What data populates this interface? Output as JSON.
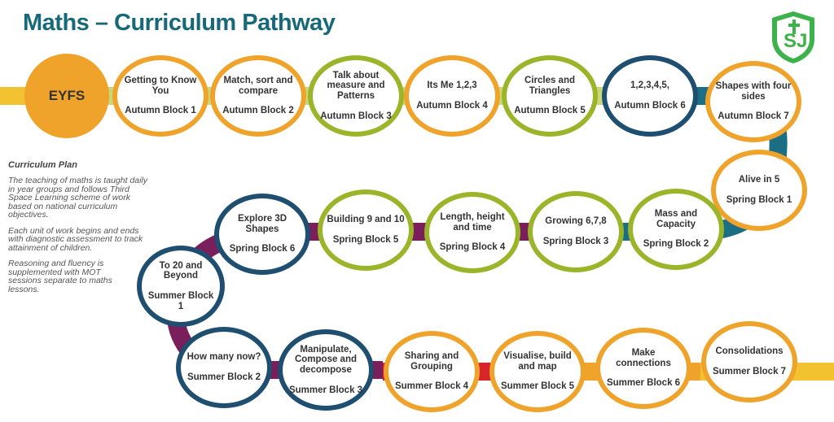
{
  "title": "Maths – Curriculum Pathway",
  "logo_text": "SJ",
  "colors": {
    "orange": "#f0a32a",
    "green": "#9bb52a",
    "blue": "#1e4e70",
    "title": "#17697a",
    "purple": "#7a1f5c"
  },
  "plan": {
    "heading": "Curriculum Plan",
    "paragraphs": [
      "The teaching of maths is taught daily in year groups and follows Third Space Learning scheme of work based on national curriculum objectives.",
      "Each unit of work begins and ends with diagnostic assessment to track attainment of children.",
      "Reasoning and fluency is supplemented with MOT sessions separate to maths lessons."
    ]
  },
  "eyfs": "EYFS",
  "blocks": [
    {
      "topic": "Getting to Know You",
      "block": "Autumn Block 1"
    },
    {
      "topic": "Match, sort and compare",
      "block": "Autumn Block 2"
    },
    {
      "topic": "Talk about measure and Patterns",
      "block": "Autumn Block 3"
    },
    {
      "topic": "Its Me 1,2,3",
      "block": "Autumn Block 4"
    },
    {
      "topic": "Circles and Triangles",
      "block": "Autumn Block 5"
    },
    {
      "topic": "1,2,3,4,5,",
      "block": "Autumn Block 6"
    },
    {
      "topic": "Shapes with four sides",
      "block": "Autumn Block 7"
    },
    {
      "topic": "Alive in 5",
      "block": "Spring Block 1"
    },
    {
      "topic": "Mass and Capacity",
      "block": "Spring Block 2"
    },
    {
      "topic": "Growing 6,7,8",
      "block": "Spring Block 3"
    },
    {
      "topic": "Length, height and time",
      "block": "Spring Block 4"
    },
    {
      "topic": "Building 9 and 10",
      "block": "Spring Block 5"
    },
    {
      "topic": "Explore 3D Shapes",
      "block": "Spring Block 6"
    },
    {
      "topic": "To 20 and Beyond",
      "block": "Summer Block 1"
    },
    {
      "topic": "How many now?",
      "block": "Summer Block 2"
    },
    {
      "topic": "Manipulate, Compose and decompose",
      "block": "Summer Block 3"
    },
    {
      "topic": "Sharing and Grouping",
      "block": "Summer Block 4"
    },
    {
      "topic": "Visualise, build and map",
      "block": "Summer Block 5"
    },
    {
      "topic": "Make connections",
      "block": "Summer Block 6"
    },
    {
      "topic": "Consolidations",
      "block": "Summer Block 7"
    }
  ]
}
